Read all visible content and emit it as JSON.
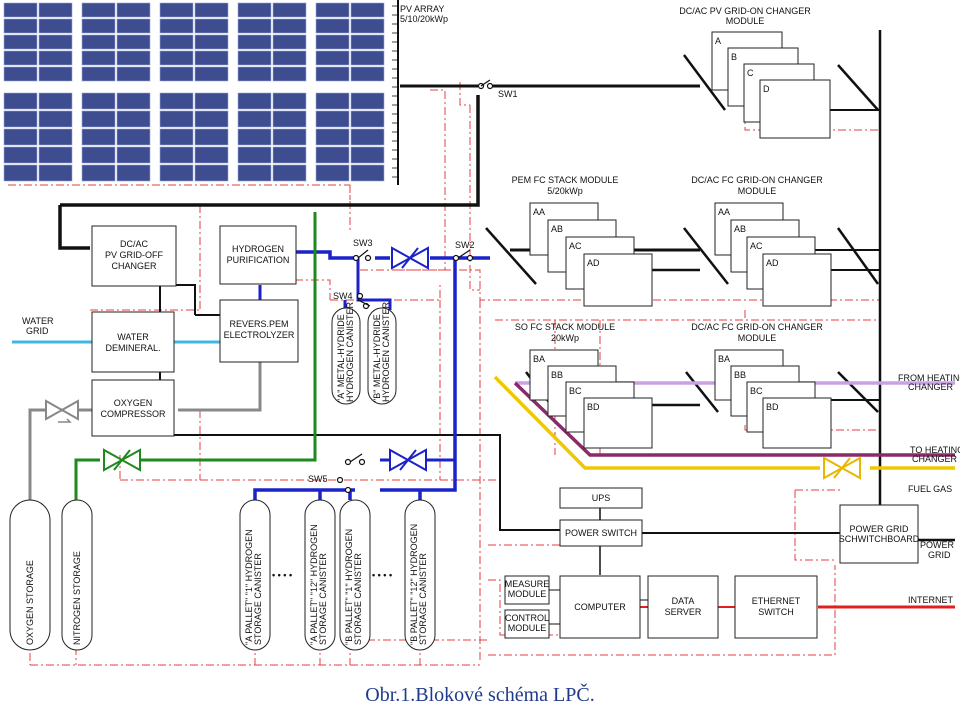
{
  "pv_array": {
    "title": "PV ARRAY",
    "sub": "5/10/20kWp"
  },
  "changers": {
    "pv_grid_on": {
      "title1": "DC/AC PV GRID-ON CHANGER",
      "title2": "MODULE",
      "cards": [
        "A",
        "B",
        "C",
        "D"
      ]
    },
    "fc_grid_on_1": {
      "title1": "DC/AC FC GRID-ON CHANGER",
      "title2": "MODULE",
      "cards": [
        "AA",
        "AB",
        "AC",
        "AD"
      ]
    },
    "fc_grid_on_2": {
      "title1": "DC/AC FC GRID-ON CHANGER",
      "title2": "MODULE",
      "cards": [
        "BA",
        "BB",
        "BC",
        "BD"
      ]
    }
  },
  "pem": {
    "title1": "PEM FC STACK MODULE",
    "title2": "5/20kWp",
    "cards": [
      "AA",
      "AB",
      "AC",
      "AD"
    ]
  },
  "sofc": {
    "title1": "SO FC STACK MODULE",
    "title2": "20kWp",
    "cards": [
      "BA",
      "BB",
      "BC",
      "BD"
    ]
  },
  "switches": {
    "sw1": "SW1",
    "sw2": "SW2",
    "sw3": "SW3",
    "sw4": "SW4",
    "sw5": "SW5"
  },
  "blocks": {
    "pv_grid_off": [
      "DC/AC",
      "PV GRID-OFF",
      "CHANGER"
    ],
    "h2_purification": [
      "HYDROGEN",
      "PURIFICATION"
    ],
    "electrolyzer": [
      "REVERS.PEM",
      "ELECTROLYZER"
    ],
    "water_demin": [
      "WATER",
      "DEMINERAL."
    ],
    "oxygen_comp": [
      "OXYGEN",
      "COMPRESSOR"
    ],
    "ups": "UPS",
    "power_switch": "POWER SWITCH",
    "measure": [
      "MEASURE",
      "MODULE"
    ],
    "control": [
      "CONTROL",
      "MODULE"
    ],
    "computer": "COMPUTER",
    "data_server": [
      "DATA",
      "SERVER"
    ],
    "ethernet": [
      "ETHERNET",
      "SWITCH"
    ],
    "switchboard": [
      "POWER GRID",
      "SCHWITCHBOARD"
    ]
  },
  "water_grid": [
    "WATER",
    "GRID"
  ],
  "canisters_metal": [
    [
      "\"A\" METAL-HYDRIDE",
      "HYDROGEN CANISTER"
    ],
    [
      "\"B\" METAL-HYDRIDE",
      "HYDROGEN CANISTER"
    ]
  ],
  "storages": {
    "oxygen": "OXYGEN STORAGE",
    "nitrogen": "NITROGEN STORAGE"
  },
  "pallets": [
    [
      "\"A PALLET\" \"1\" HYDROGEN",
      "STORAGE CANISTER"
    ],
    [
      "\"A PALLET\" \"12\" HYDROGEN",
      "STORAGE CANISTER"
    ],
    [
      "\"B PALLET\" \"1\" HYDROGEN",
      "STORAGE CANISTER"
    ],
    [
      "\"B PALLET\" \"12\" HYDROGEN",
      "STORAGE CANISTER"
    ]
  ],
  "ellipsis": "• • • •",
  "right_labels": {
    "from_heating": [
      "FROM HEATING",
      "CHANGER"
    ],
    "to_heating": [
      "TO HEATING",
      "CHANGER"
    ],
    "fuel_gas": "FUEL GAS",
    "power_grid": [
      "POWER",
      "GRID"
    ],
    "internet": "INTERNET"
  },
  "caption": "Obr.1.Blokové schéma LPČ.",
  "colors": {
    "hydrogen": "#1a22c8",
    "water": "#3fb8e0",
    "gas": "#808080",
    "nitrogen": "#1e8a1e",
    "heat_in": "#c9a0e8",
    "heat_out": "#8a2a6a",
    "fuel": "#f0c800",
    "internet": "#e02020",
    "control": "#e04040"
  }
}
